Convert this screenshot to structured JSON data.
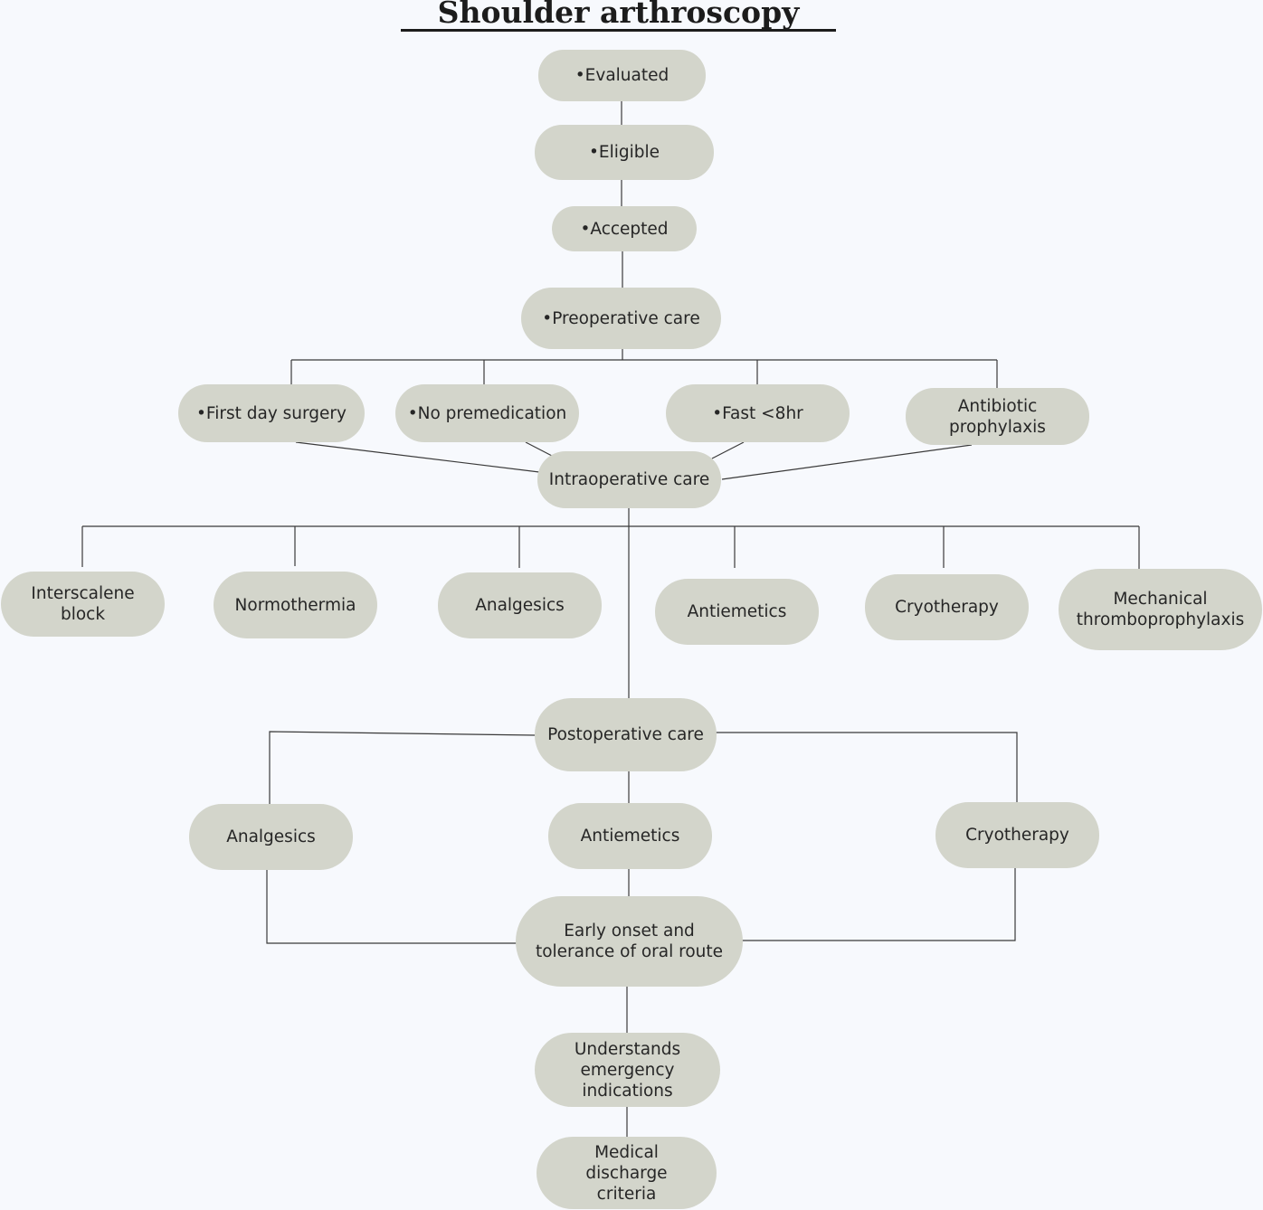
{
  "title": "Shoulder arthroscopy",
  "colors": {
    "node_fill": "#d3d5cb",
    "line": "#3a3a3a",
    "text": "#262626",
    "background": "#f7f9fd"
  },
  "nodes": {
    "evaluated": "•Evaluated",
    "eligible": "•Eligible",
    "accepted": "•Accepted",
    "preoperative": "•Preoperative care",
    "first_day_surgery": "•First day surgery",
    "no_premedication": "•No premedication",
    "fast": "•Fast <8hr",
    "antibiotic": "Antibiotic prophylaxis",
    "intraoperative": "Intraoperative care",
    "interscalene": "Interscalene block",
    "normothermia": "Normothermia",
    "intra_analgesics": "Analgesics",
    "intra_antiemetics": "Antiemetics",
    "intra_cryotherapy": "Cryotherapy",
    "mechanical": "Mechanical thromboprophylaxis",
    "postoperative": "Postoperative care",
    "post_analgesics": "Analgesics",
    "post_antiemetics": "Antiemetics",
    "post_cryotherapy": "Cryotherapy",
    "early_onset": "Early onset and tolerance of oral route",
    "emergency": "Understands emergency indications",
    "discharge": "Medical discharge criteria"
  }
}
